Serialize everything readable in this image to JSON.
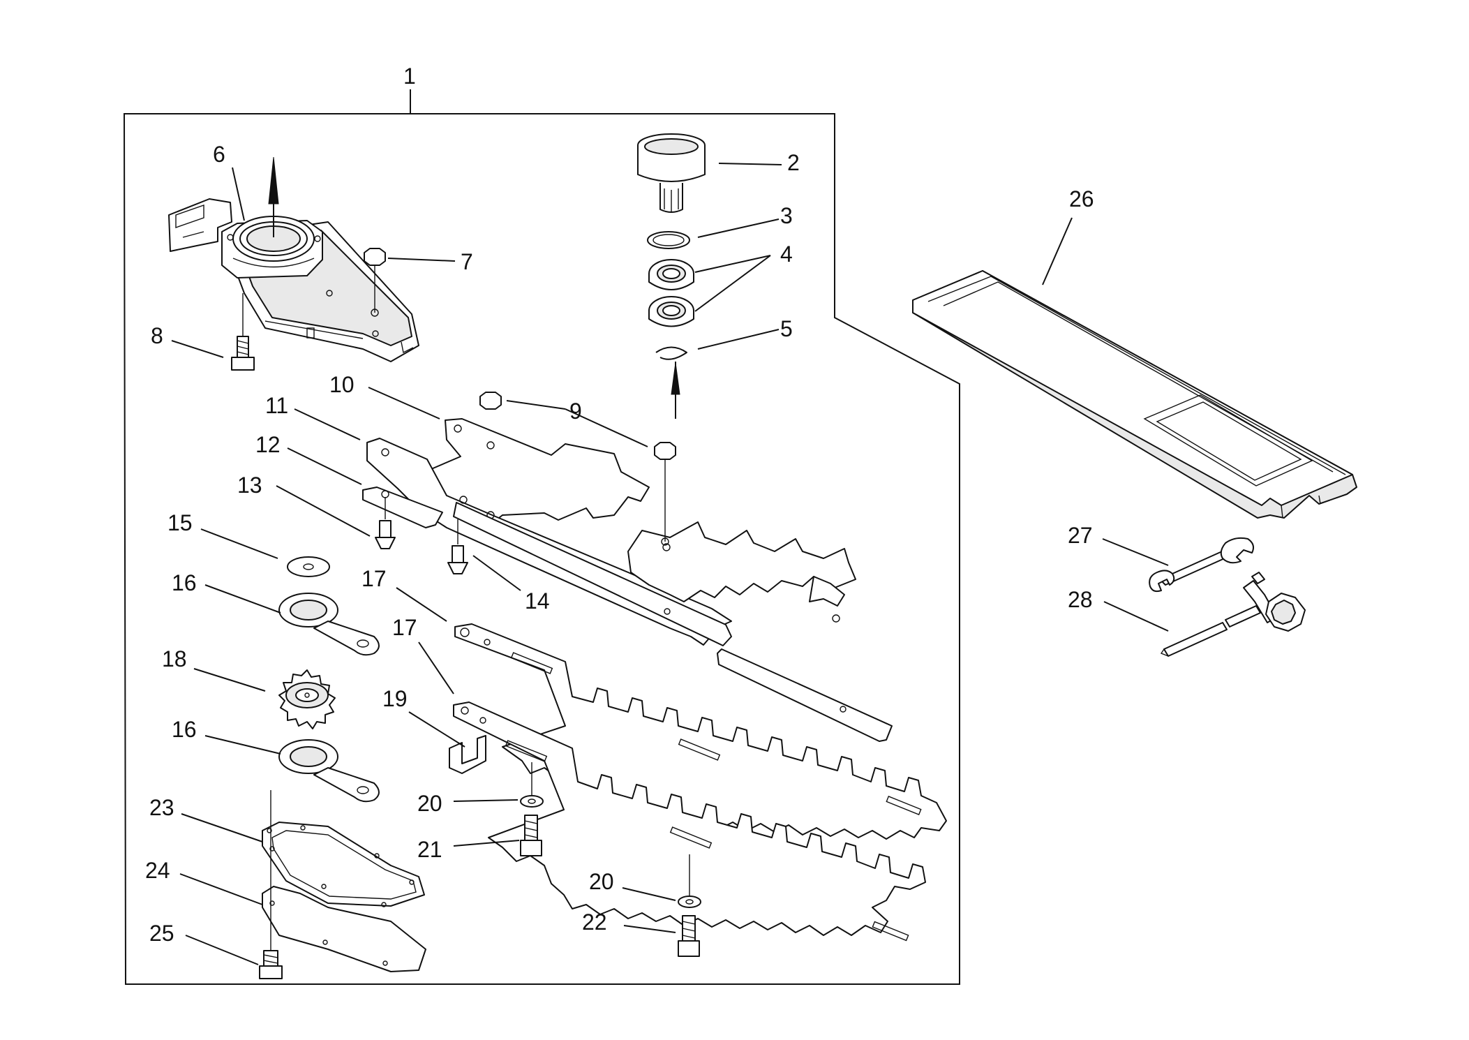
{
  "diagram": {
    "callouts": [
      {
        "id": "c1",
        "text": "1"
      },
      {
        "id": "c2",
        "text": "2"
      },
      {
        "id": "c3",
        "text": "3"
      },
      {
        "id": "c4",
        "text": "4"
      },
      {
        "id": "c5",
        "text": "5"
      },
      {
        "id": "c6",
        "text": "6"
      },
      {
        "id": "c7",
        "text": "7"
      },
      {
        "id": "c8",
        "text": "8"
      },
      {
        "id": "c9",
        "text": "9"
      },
      {
        "id": "c10",
        "text": "10"
      },
      {
        "id": "c11",
        "text": "11"
      },
      {
        "id": "c12",
        "text": "12"
      },
      {
        "id": "c13",
        "text": "13"
      },
      {
        "id": "c14",
        "text": "14"
      },
      {
        "id": "c15",
        "text": "15"
      },
      {
        "id": "c16a",
        "text": "16"
      },
      {
        "id": "c16b",
        "text": "16"
      },
      {
        "id": "c17a",
        "text": "17"
      },
      {
        "id": "c17b",
        "text": "17"
      },
      {
        "id": "c18",
        "text": "18"
      },
      {
        "id": "c19",
        "text": "19"
      },
      {
        "id": "c20a",
        "text": "20"
      },
      {
        "id": "c20b",
        "text": "20"
      },
      {
        "id": "c21",
        "text": "21"
      },
      {
        "id": "c22",
        "text": "22"
      },
      {
        "id": "c23",
        "text": "23"
      },
      {
        "id": "c24",
        "text": "24"
      },
      {
        "id": "c25",
        "text": "25"
      },
      {
        "id": "c26",
        "text": "26"
      },
      {
        "id": "c27",
        "text": "27"
      },
      {
        "id": "c28",
        "text": "28"
      }
    ]
  }
}
